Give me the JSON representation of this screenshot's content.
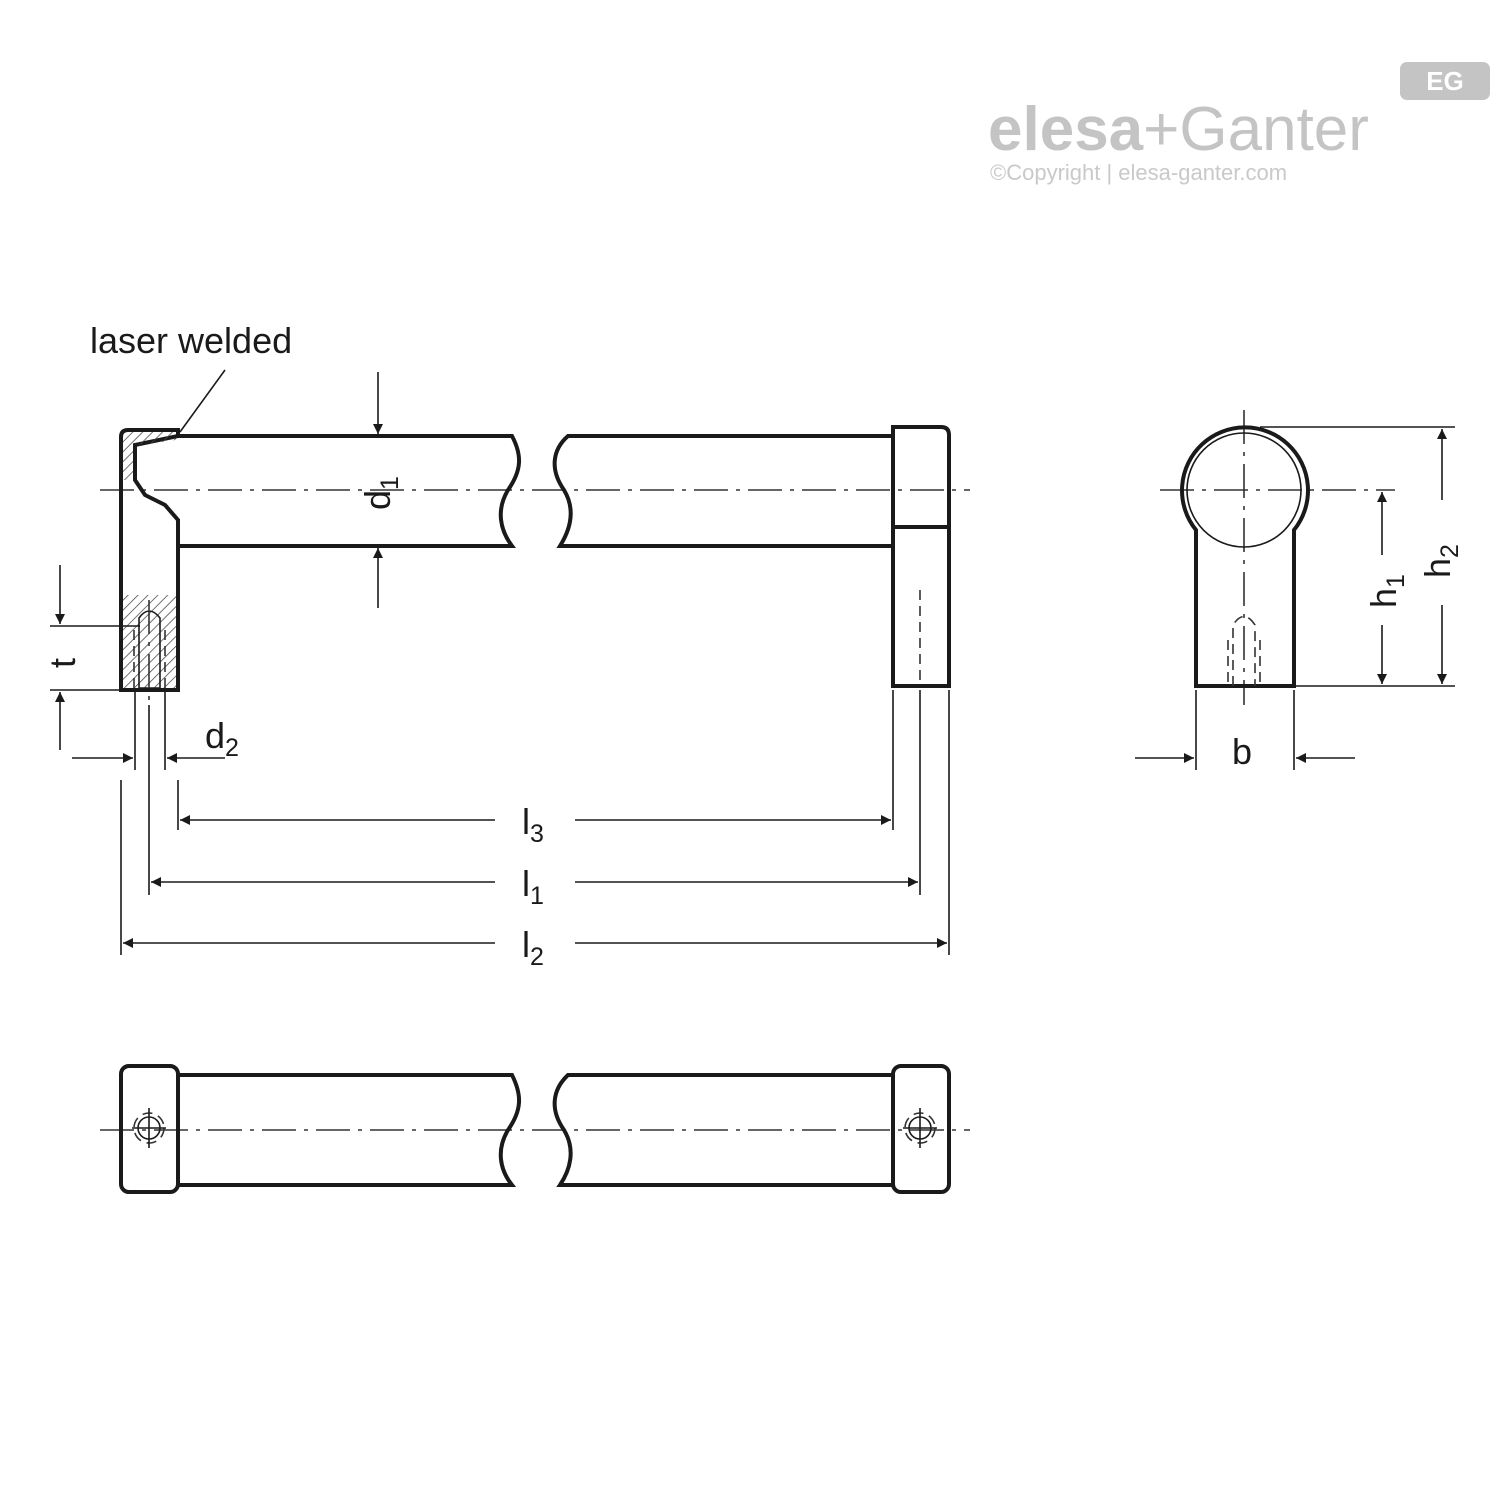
{
  "logo": {
    "badge": "EG",
    "brand_left": "elesa",
    "brand_plus": "+",
    "brand_right": "Ganter",
    "copyright": "©Copyright | elesa-ganter.com"
  },
  "annotations": {
    "weld_note": "laser welded"
  },
  "dimensions": {
    "d1": {
      "base": "d",
      "sub": "1"
    },
    "d2": {
      "base": "d",
      "sub": "2"
    },
    "t": {
      "base": "t"
    },
    "l1": {
      "base": "l",
      "sub": "1"
    },
    "l2": {
      "base": "l",
      "sub": "2"
    },
    "l3": {
      "base": "l",
      "sub": "3"
    },
    "h1": {
      "base": "h",
      "sub": "1"
    },
    "h2": {
      "base": "h",
      "sub": "2"
    },
    "b": {
      "base": "b"
    }
  }
}
